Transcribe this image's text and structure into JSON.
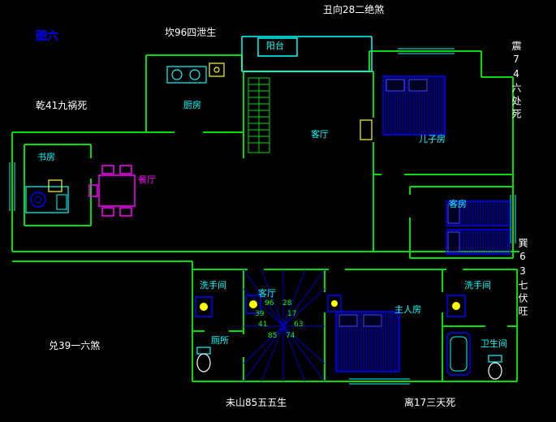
{
  "figure_label": "图六",
  "annotations": {
    "top": "丑向28二绝煞",
    "top_left": "坎96四泄生",
    "left_upper": "乾41九祸死",
    "right_upper_vertical": "震74六处死",
    "right_lower_vertical": "巽63七伏旺",
    "left_lower": "兑39一六煞",
    "bottom_left": "未山85五五生",
    "bottom_right": "离17三天死"
  },
  "rooms": {
    "balcony": "阳台",
    "kitchen": "厨房",
    "living_room": "客厅",
    "son_room": "儿子房",
    "study": "书房",
    "dining": "餐厅",
    "guest_room": "客房",
    "washroom_left": "洗手间",
    "toilet": "厕所",
    "stair_hall": "客厅",
    "master_room": "主人房",
    "washroom_right": "洗手间",
    "bathroom": "卫生间"
  },
  "star_numbers": [
    "96",
    "28",
    "39",
    "17",
    "41",
    "63",
    "85",
    "74"
  ],
  "colors": {
    "wall": "#00dd00",
    "accent": "#00ffff",
    "furniture": "#0000ff",
    "dining": "#ff00ff",
    "annotation_text": "#ffffff",
    "star_text": "#00ff00",
    "door": "#ffff00",
    "figure_text": "#0000ff"
  }
}
